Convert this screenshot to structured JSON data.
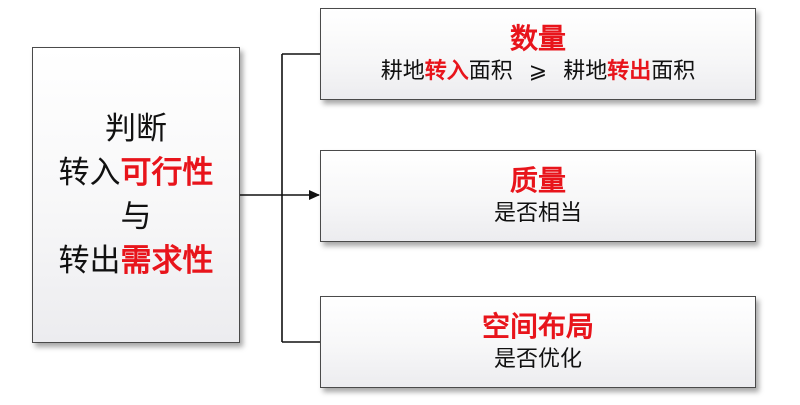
{
  "left": {
    "line1": "判断",
    "line2_plain": "转入",
    "line2_red": "可行性",
    "line3": "与",
    "line4_plain": "转出",
    "line4_red": "需求性"
  },
  "boxes": [
    {
      "title": "数量",
      "sub_part1": "耕地",
      "sub_red1": "转入",
      "sub_part2": "面积",
      "symbol": "⩾",
      "sub_part3": "耕地",
      "sub_red2": "转出",
      "sub_part4": "面积"
    },
    {
      "title": "质量",
      "subtitle": "是否相当"
    },
    {
      "title": "空间布局",
      "subtitle": "是否优化"
    }
  ],
  "colors": {
    "accent": "#e8141b",
    "border": "#4a4a4a",
    "line": "#111111"
  }
}
